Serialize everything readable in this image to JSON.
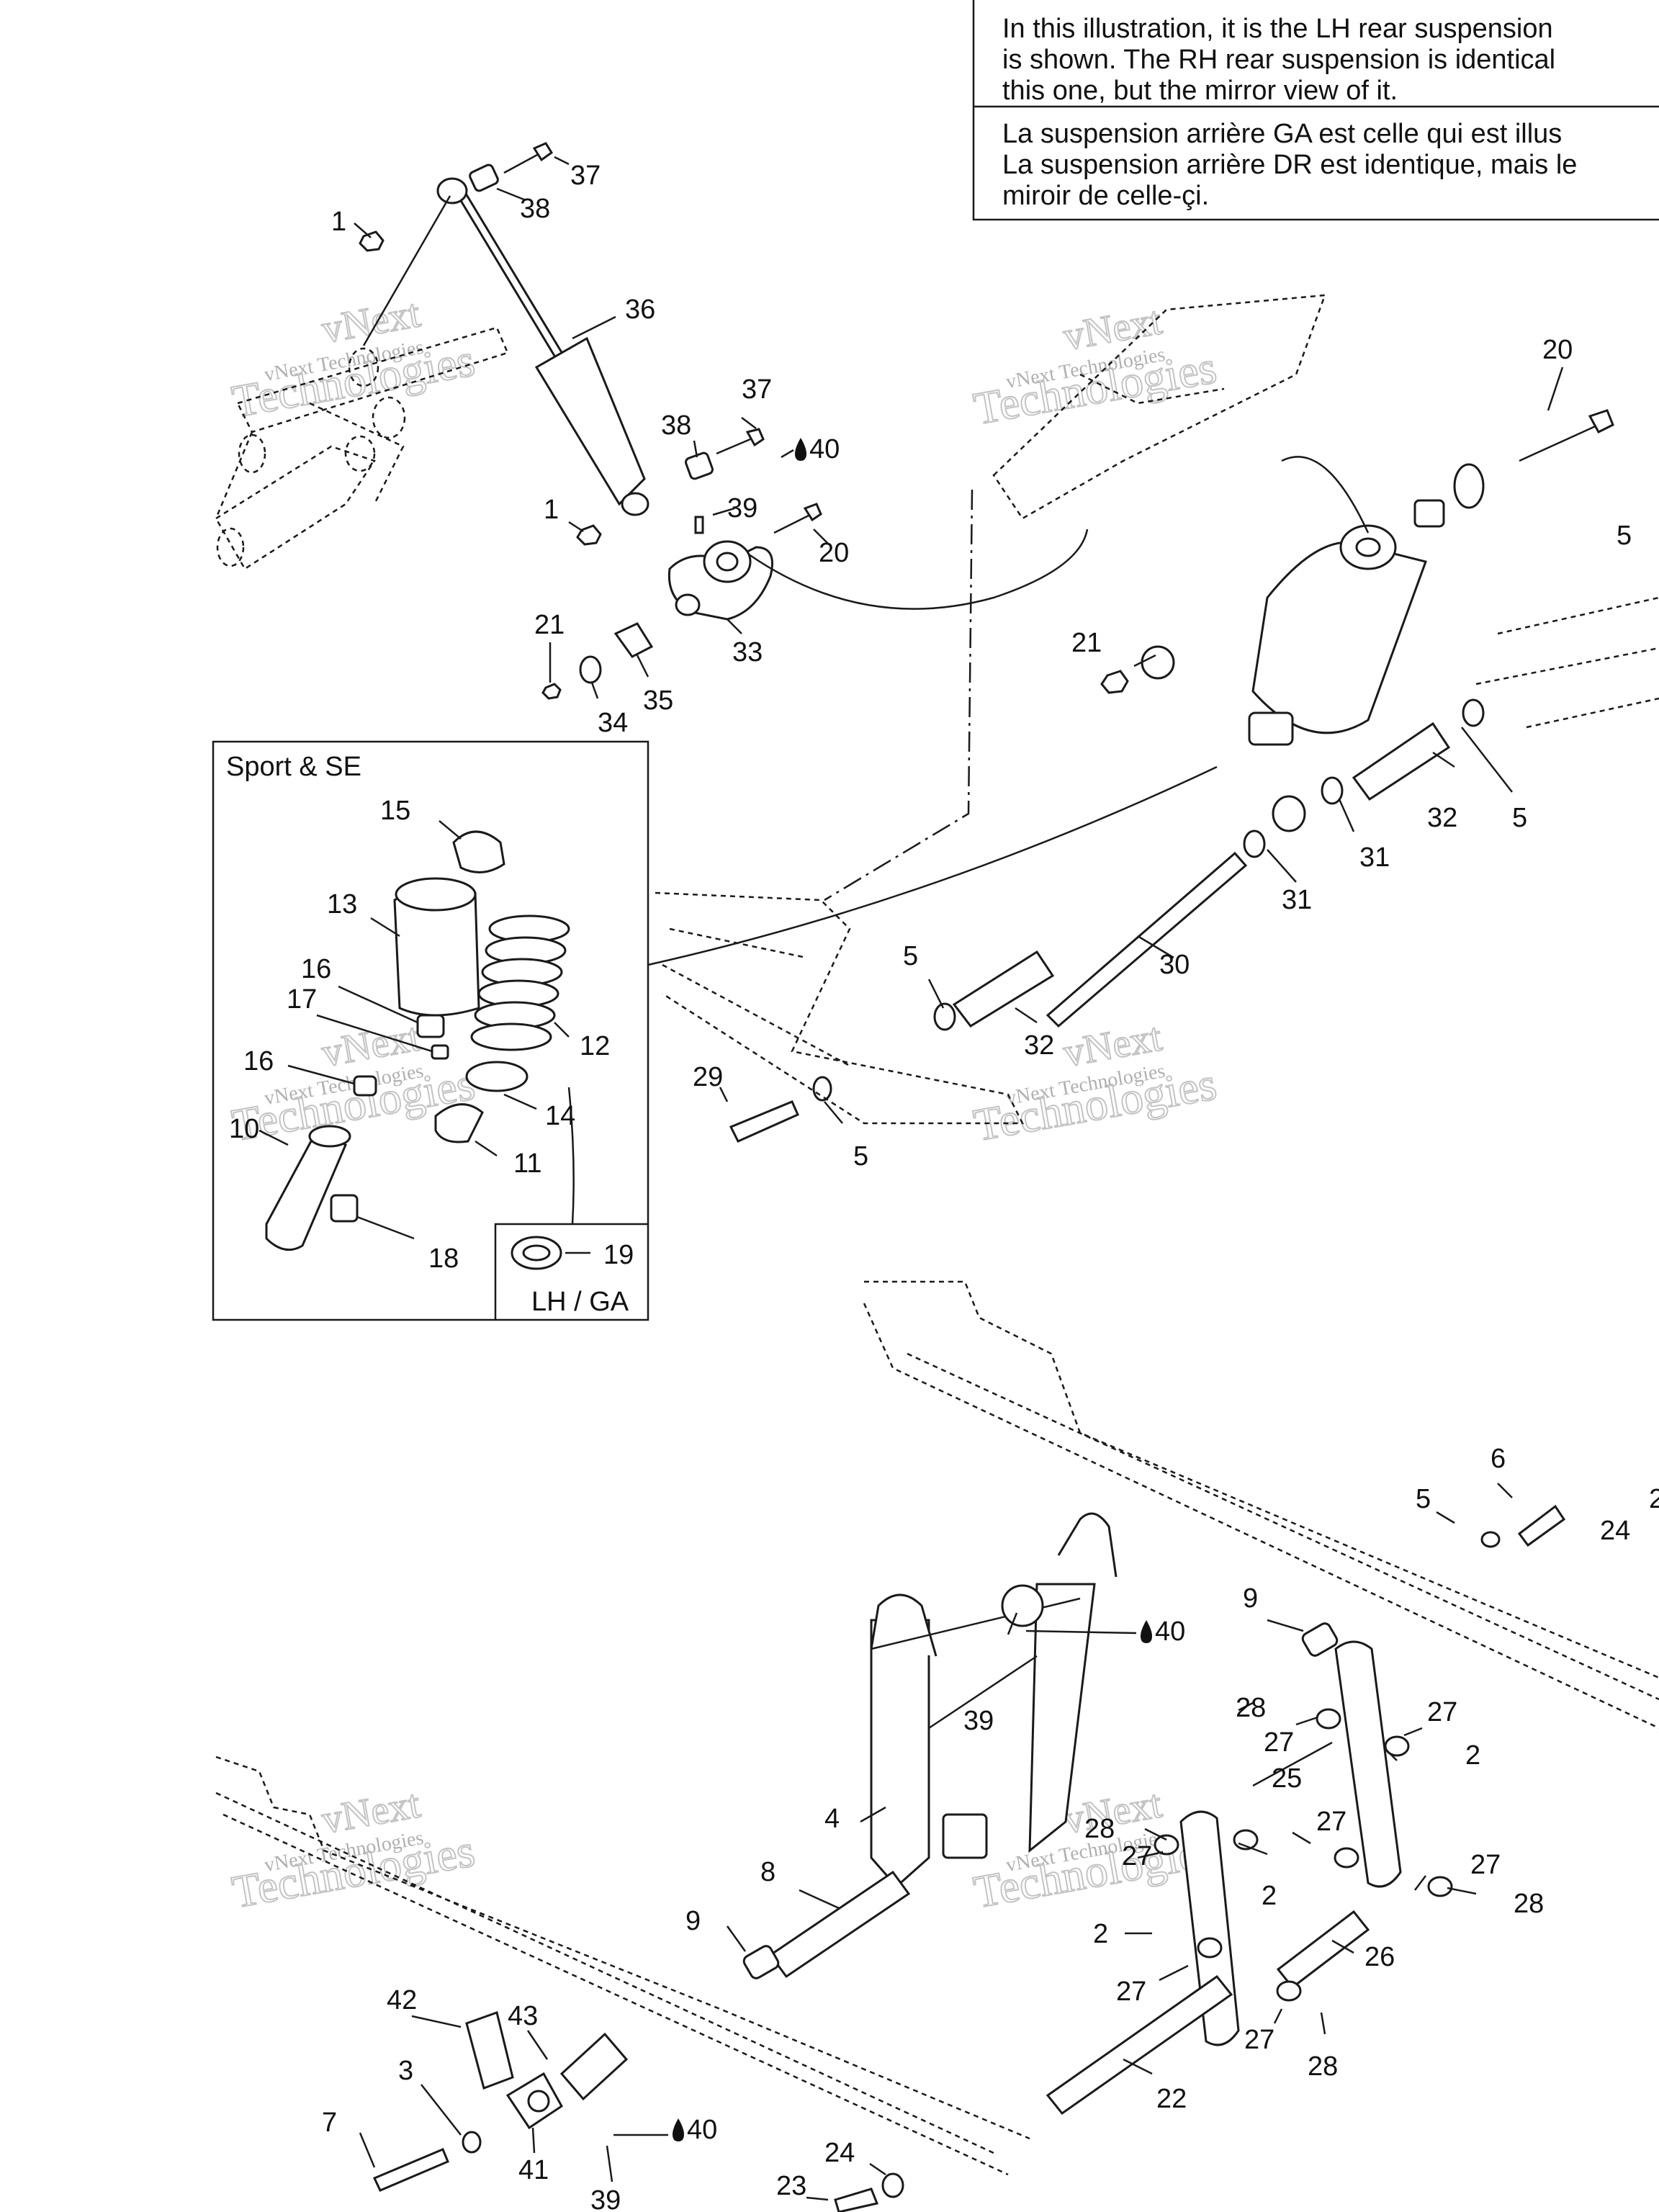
{
  "notes": {
    "en": [
      "In this illustration, it is the LH rear suspension",
      "is shown. The RH rear suspension is identical",
      "this one, but the mirror view of it."
    ],
    "fr": [
      "La suspension arrière GA est celle qui est illus",
      "La suspension arrière DR est identique, mais le",
      "miroir de celle-çi."
    ]
  },
  "inset": {
    "title": "Sport & SE",
    "sub_label": "LH / GA"
  },
  "watermark": {
    "line1": "vNext",
    "line2": "Technologies",
    "small": "vNext Technologies"
  },
  "oil_symbol_label": "40",
  "callouts": [
    {
      "id": "c37a",
      "text": "37"
    },
    {
      "id": "c38a",
      "text": "38"
    },
    {
      "id": "c1a",
      "text": "1"
    },
    {
      "id": "c36",
      "text": "36"
    },
    {
      "id": "c37b",
      "text": "37"
    },
    {
      "id": "c38b",
      "text": "38"
    },
    {
      "id": "c39a",
      "text": "39"
    },
    {
      "id": "c1b",
      "text": "1"
    },
    {
      "id": "c20a",
      "text": "20"
    },
    {
      "id": "c21a",
      "text": "21"
    },
    {
      "id": "c33",
      "text": "33"
    },
    {
      "id": "c35",
      "text": "35"
    },
    {
      "id": "c34",
      "text": "34"
    },
    {
      "id": "c20b",
      "text": "20"
    },
    {
      "id": "c5a",
      "text": "5"
    },
    {
      "id": "c21b",
      "text": "21"
    },
    {
      "id": "c32a",
      "text": "32"
    },
    {
      "id": "c5b",
      "text": "5"
    },
    {
      "id": "c31a",
      "text": "31"
    },
    {
      "id": "c31b",
      "text": "31"
    },
    {
      "id": "c30",
      "text": "30"
    },
    {
      "id": "c5c",
      "text": "5"
    },
    {
      "id": "c32b",
      "text": "32"
    },
    {
      "id": "c29",
      "text": "29"
    },
    {
      "id": "c5d",
      "text": "5"
    },
    {
      "id": "c15",
      "text": "15"
    },
    {
      "id": "c13",
      "text": "13"
    },
    {
      "id": "c16a",
      "text": "16"
    },
    {
      "id": "c17",
      "text": "17"
    },
    {
      "id": "c12",
      "text": "12"
    },
    {
      "id": "c16b",
      "text": "16"
    },
    {
      "id": "c14",
      "text": "14"
    },
    {
      "id": "c10",
      "text": "10"
    },
    {
      "id": "c11",
      "text": "11"
    },
    {
      "id": "c18",
      "text": "18"
    },
    {
      "id": "c19",
      "text": "19"
    },
    {
      "id": "c6",
      "text": "6"
    },
    {
      "id": "c5e",
      "text": "5"
    },
    {
      "id": "c24a",
      "text": "24"
    },
    {
      "id": "c2top",
      "text": "2"
    },
    {
      "id": "c9a",
      "text": "9"
    },
    {
      "id": "c39b",
      "text": "39"
    },
    {
      "id": "c28a",
      "text": "28"
    },
    {
      "id": "c27a",
      "text": "27"
    },
    {
      "id": "c27b",
      "text": "27"
    },
    {
      "id": "c2a",
      "text": "2"
    },
    {
      "id": "c25",
      "text": "25"
    },
    {
      "id": "c4",
      "text": "4"
    },
    {
      "id": "c28b",
      "text": "28"
    },
    {
      "id": "c27c",
      "text": "27"
    },
    {
      "id": "c27d",
      "text": "27"
    },
    {
      "id": "c2b",
      "text": "2"
    },
    {
      "id": "c27e",
      "text": "27"
    },
    {
      "id": "c28c",
      "text": "28"
    },
    {
      "id": "c8",
      "text": "8"
    },
    {
      "id": "c9b",
      "text": "9"
    },
    {
      "id": "c2c",
      "text": "2"
    },
    {
      "id": "c26",
      "text": "26"
    },
    {
      "id": "c27f",
      "text": "27"
    },
    {
      "id": "c27g",
      "text": "27"
    },
    {
      "id": "c28d",
      "text": "28"
    },
    {
      "id": "c42",
      "text": "42"
    },
    {
      "id": "c43",
      "text": "43"
    },
    {
      "id": "c3",
      "text": "3"
    },
    {
      "id": "c22",
      "text": "22"
    },
    {
      "id": "c7",
      "text": "7"
    },
    {
      "id": "c41",
      "text": "41"
    },
    {
      "id": "c39c",
      "text": "39"
    },
    {
      "id": "c23",
      "text": "23"
    },
    {
      "id": "c24b",
      "text": "24"
    }
  ]
}
